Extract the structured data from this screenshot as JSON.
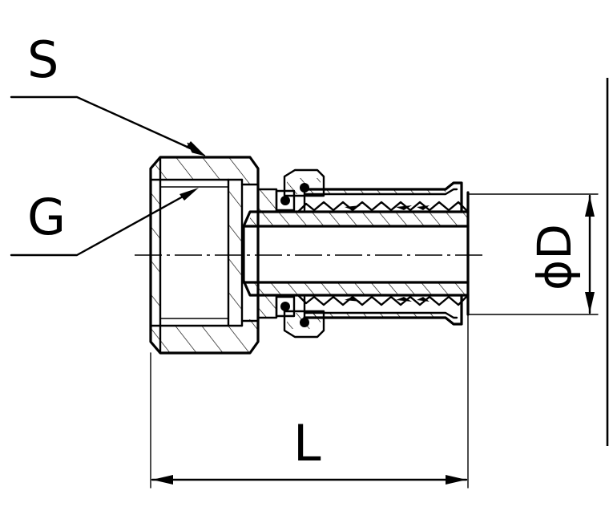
{
  "labels": {
    "s": "S",
    "g": "G",
    "d": "ϕD",
    "l": "L"
  },
  "colors": {
    "ink": "#000000",
    "paper": "#ffffff"
  }
}
